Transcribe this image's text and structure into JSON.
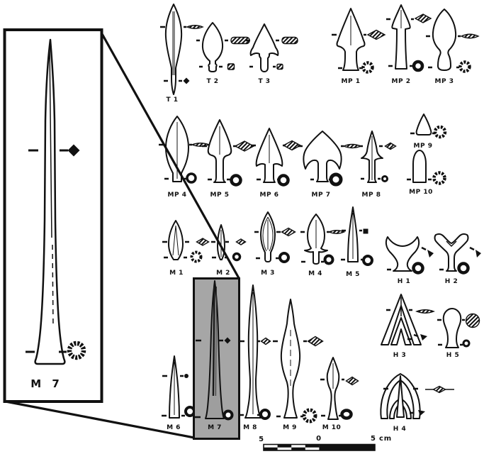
{
  "figure": {
    "kind": "arrowhead-typology-plate",
    "ink_color": "#111111",
    "background_color": "#ffffff",
    "highlight_fill": "#a6a6a6"
  },
  "inset": {
    "label": "M 7",
    "highlighted_type": "M 7"
  },
  "items": [
    {
      "id": "T1",
      "label": "T 1",
      "sections": [
        "hatched-lens",
        "solid-diamond"
      ]
    },
    {
      "id": "T2",
      "label": "T 2",
      "sections": [
        "hatched-bar",
        "hatched-square"
      ]
    },
    {
      "id": "T3",
      "label": "T 3",
      "sections": [
        "hatched-bar",
        "hatched-square"
      ]
    },
    {
      "id": "MP1",
      "label": "MP 1",
      "sections": [
        "hatched-diamond",
        "ring"
      ]
    },
    {
      "id": "MP2",
      "label": "MP 2",
      "sections": [
        "hatched-diamond",
        "ring"
      ]
    },
    {
      "id": "MP3",
      "label": "MP 3",
      "sections": [
        "hatched-lens",
        "ring"
      ]
    },
    {
      "id": "MP4",
      "label": "MP 4",
      "sections": [
        "hatched-lens",
        "ring"
      ]
    },
    {
      "id": "MP5",
      "label": "MP 5",
      "sections": [
        "hatched-diamond",
        "ring"
      ]
    },
    {
      "id": "MP6",
      "label": "MP 6",
      "sections": [
        "hatched-diamond",
        "ring"
      ]
    },
    {
      "id": "MP7",
      "label": "MP 7",
      "sections": [
        "hatched-lens",
        "ring"
      ]
    },
    {
      "id": "MP8",
      "label": "MP 8",
      "sections": [
        "hatched-diamond",
        "ring"
      ]
    },
    {
      "id": "MP9",
      "label": "MP 9",
      "sections": [
        "ring"
      ]
    },
    {
      "id": "MP10",
      "label": "MP 10",
      "sections": [
        "ring"
      ]
    },
    {
      "id": "M1",
      "label": "M 1",
      "sections": [
        "hatched-diamond",
        "ring"
      ]
    },
    {
      "id": "M2",
      "label": "M 2",
      "sections": [
        "hatched-diamond",
        "ring"
      ]
    },
    {
      "id": "M3",
      "label": "M 3",
      "sections": [
        "hatched-diamond",
        "ring"
      ]
    },
    {
      "id": "M4",
      "label": "M 4",
      "sections": [
        "hatched-lens",
        "ring"
      ]
    },
    {
      "id": "M5",
      "label": "M 5",
      "sections": [
        "solid-square",
        "ring"
      ]
    },
    {
      "id": "H1",
      "label": "H 1",
      "sections": [
        "arrow-pointer",
        "ring"
      ]
    },
    {
      "id": "H2",
      "label": "H 2",
      "sections": [
        "arrow-pointer",
        "ring"
      ]
    },
    {
      "id": "M6",
      "label": "M 6",
      "sections": [
        "solid-dot",
        "ring"
      ]
    },
    {
      "id": "M7",
      "label": "M 7",
      "sections": [
        "solid-diamond",
        "ring"
      ],
      "highlighted": true
    },
    {
      "id": "M8",
      "label": "M 8",
      "sections": [
        "hatched-diamond",
        "ring"
      ]
    },
    {
      "id": "M9",
      "label": "M 9",
      "sections": [
        "hatched-diamond",
        "ring"
      ]
    },
    {
      "id": "M10",
      "label": "M 10",
      "sections": [
        "hatched-diamond",
        "ring"
      ]
    },
    {
      "id": "H3",
      "label": "H 3",
      "sections": [
        "hatched-lens",
        "arrow-pointer"
      ]
    },
    {
      "id": "H5",
      "label": "H 5",
      "sections": [
        "hatched-circle",
        "ring"
      ]
    },
    {
      "id": "H4",
      "label": "H 4",
      "sections": [
        "hatched-diamond-line",
        "arrow-pointer"
      ]
    }
  ],
  "scale_bar": {
    "left_label": "5",
    "center_label": "0",
    "right_label": "5 cm"
  }
}
